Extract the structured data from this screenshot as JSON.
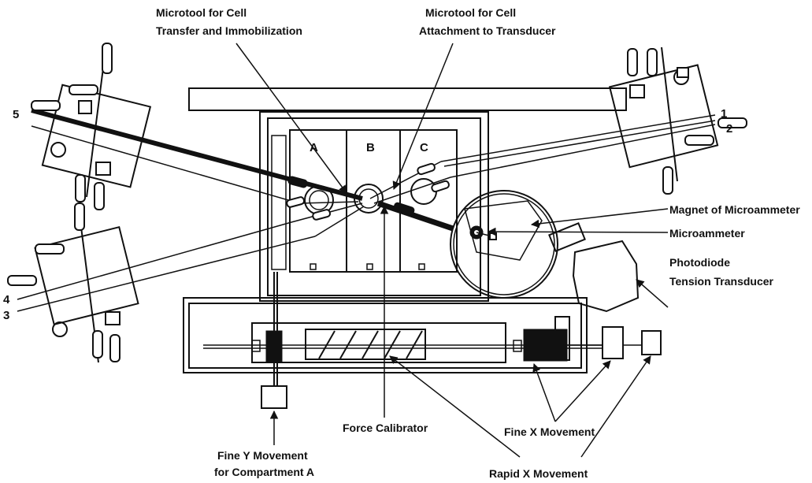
{
  "labels": {
    "microtool_transfer_line1": "Microtool for Cell",
    "microtool_transfer_line2": "Transfer and Immobilization",
    "microtool_attach_line1": "Microtool for Cell",
    "microtool_attach_line2": "Attachment to Transducer",
    "magnet": "Magnet of Microammeter",
    "microammeter": "Microammeter",
    "photodiode_line1": "Photodiode",
    "photodiode_line2": "Tension Transducer",
    "force_calibrator": "Force Calibrator",
    "fine_x": "Fine X Movement",
    "rapid_x": "Rapid X Movement",
    "fine_y_line1": "Fine  Y  Movement",
    "fine_y_line2": "for Compartment  A"
  },
  "compartments": {
    "a": "A",
    "b": "B",
    "c": "C"
  },
  "pipettes": {
    "p1": "1",
    "p2": "2",
    "p3": "3",
    "p4": "4",
    "p5": "5"
  }
}
